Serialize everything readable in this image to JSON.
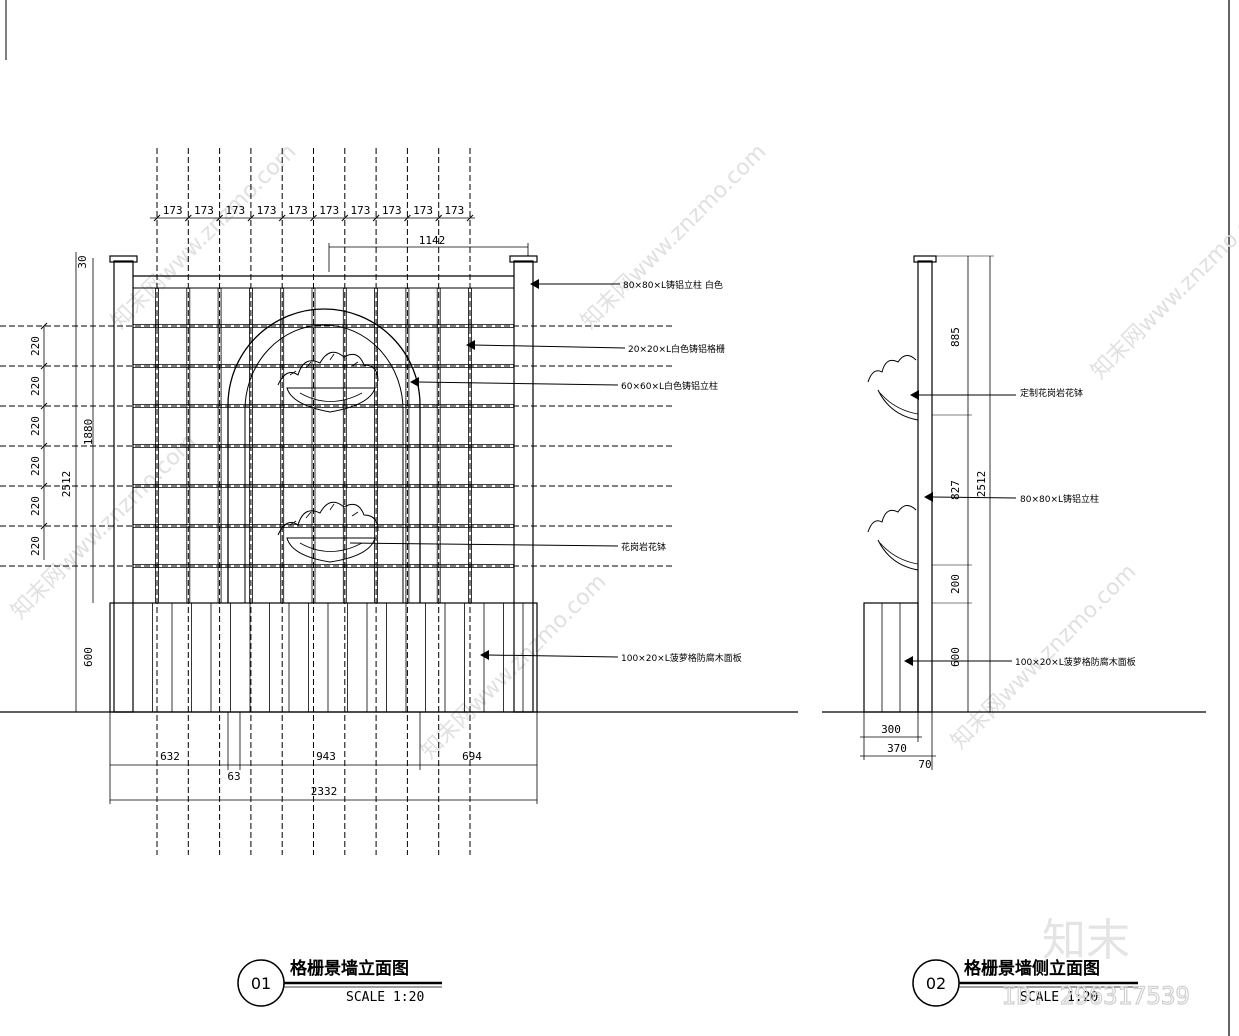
{
  "front_view": {
    "title": "格栅景墙立面图",
    "number": "01",
    "scale": "SCALE 1:20",
    "top_dims": [
      "173",
      "173",
      "173",
      "173",
      "173",
      "173",
      "173",
      "173",
      "173",
      "173"
    ],
    "span_dim": "1142",
    "left_dims": [
      "220",
      "220",
      "220",
      "220",
      "220",
      "220"
    ],
    "dim_30": "30",
    "dim_1880": "1880",
    "dim_2512": "2512",
    "dim_600": "600",
    "bottom_dims": [
      "632",
      "943",
      "694"
    ],
    "dim_63": "63",
    "dim_2332": "2332",
    "notes": [
      "80×80×L铸铝立柱 白色",
      "20×20×L白色铸铝格栅",
      "60×60×L白色铸铝立柱",
      "花岗岩花钵",
      "100×20×L菠萝格防腐木面板"
    ]
  },
  "side_view": {
    "title": "格栅景墙侧立面图",
    "number": "02",
    "scale": "SCALE 1:20",
    "dims": [
      "885",
      "827",
      "200",
      "600",
      "2512"
    ],
    "bottom_dims": [
      "300",
      "370",
      "70"
    ],
    "notes": [
      "定制花岗岩花钵",
      "80×80×L铸铝立柱",
      "100×20×L菠萝格防腐木面板"
    ]
  },
  "watermarks": {
    "site": "知末网www.znzmo.com",
    "logo": "知末",
    "id": "ID: 296317539"
  }
}
